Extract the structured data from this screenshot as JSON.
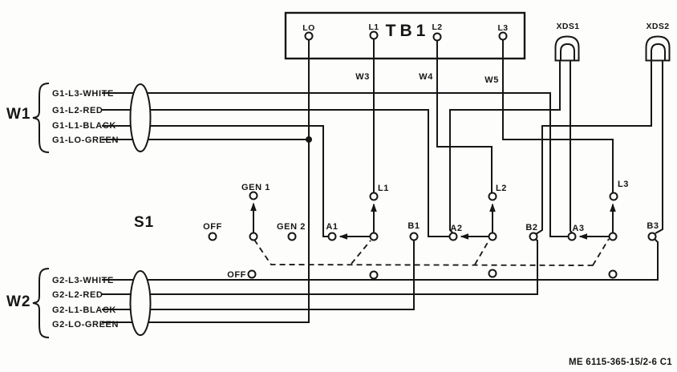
{
  "tb1": {
    "title": "TB1",
    "terminals": [
      "LO",
      "L1",
      "L2",
      "L3"
    ],
    "wire_labels": [
      "W3",
      "W4",
      "W5"
    ]
  },
  "lamps": {
    "xds1": "XDS1",
    "xds2": "XDS2"
  },
  "w1": {
    "label": "W1",
    "wires": [
      "G1-L3-WHITE",
      "G1-L2-RED",
      "G1-L1-BLACK",
      "G1-LO-GREEN"
    ]
  },
  "w2": {
    "label": "W2",
    "wires": [
      "G2-L3-WHITE",
      "G2-L2-RED",
      "G2-L1-BLACK",
      "G2-LO-GREEN"
    ]
  },
  "s1": {
    "label": "S1",
    "positions": {
      "off": "OFF",
      "gen1": "GEN 1",
      "gen2": "GEN 2",
      "off_row": "OFF"
    },
    "poles": {
      "l1": "L1",
      "l2": "L2",
      "l3": "L3"
    },
    "gen1_contacts": {
      "a1": "A1",
      "a2": "A2",
      "a3": "A3"
    },
    "gen2_contacts": {
      "b1": "B1",
      "b2": "B2",
      "b3": "B3"
    }
  },
  "caption": "ME 6115-365-15/2-6 C1",
  "colors": {
    "ink": "#161616",
    "paper": "#fdfdfb"
  }
}
